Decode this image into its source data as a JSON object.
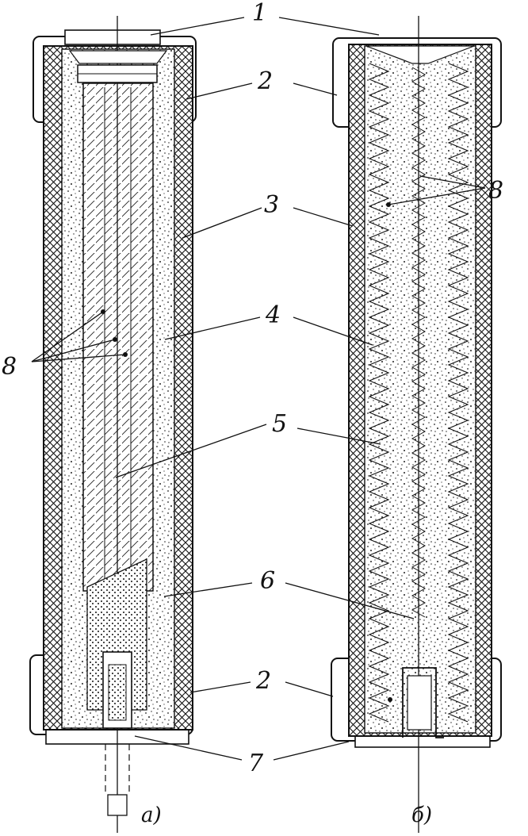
{
  "figure": {
    "callouts": {
      "c1": "1",
      "c2": "2",
      "c3": "3",
      "c4": "4",
      "c5": "5",
      "c6": "6",
      "c7": "7",
      "c8": "8"
    },
    "panels": {
      "left": {
        "label": "а)"
      },
      "right": {
        "label": "б)"
      }
    },
    "colors": {
      "ink": "#111111",
      "paper": "#ffffff"
    }
  }
}
